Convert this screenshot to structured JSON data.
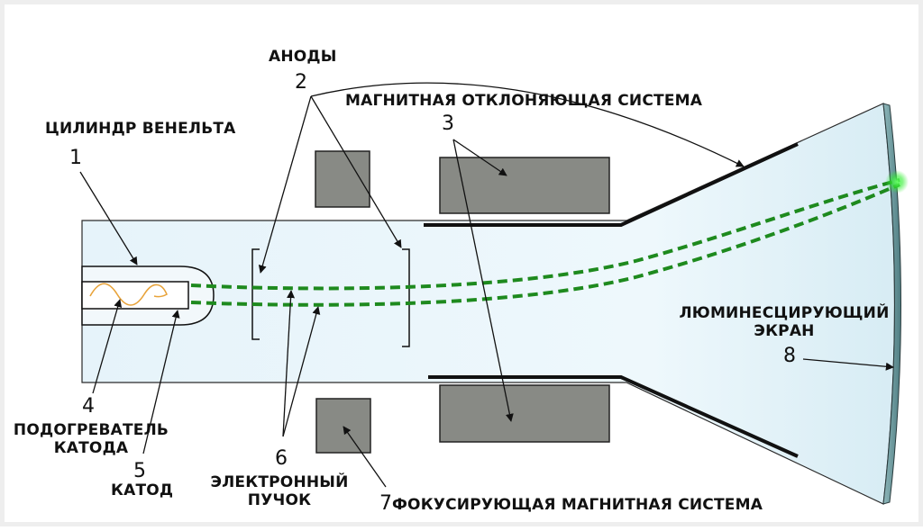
{
  "labels": {
    "anodes": "АНОДЫ",
    "magnetic_deflection": "МАГНИТНАЯ ОТКЛОНЯЮЩАЯ СИСТЕМА",
    "wehnelt_cylinder": "ЦИЛИНДР ВЕНЕЛЬТА",
    "luminescent_screen_1": "ЛЮМИНЕСЦИРУЮЩИЙ",
    "luminescent_screen_2": "ЭКРАН",
    "heater_1": "ПОДОГРЕВАТЕЛЬ",
    "heater_2": "КАТОДА",
    "cathode": "КАТОД",
    "electron_beam_1": "ЭЛЕКТРОННЫЙ",
    "electron_beam_2": "ПУЧОК",
    "focusing_system": "ФОКУСИРУЮЩАЯ МАГНИТНАЯ СИСТЕМА"
  },
  "numbers": {
    "n1": "1",
    "n2": "2",
    "n3": "3",
    "n4": "4",
    "n5": "5",
    "n6": "6",
    "n7": "7",
    "n8": "8"
  },
  "colors": {
    "tube_fill": "#eaf6fb",
    "coil": "#888a85",
    "beam": "#1e8a1e",
    "spot": "#33ff33",
    "screen": "#6f9a9e",
    "heater": "#e8a33a"
  }
}
